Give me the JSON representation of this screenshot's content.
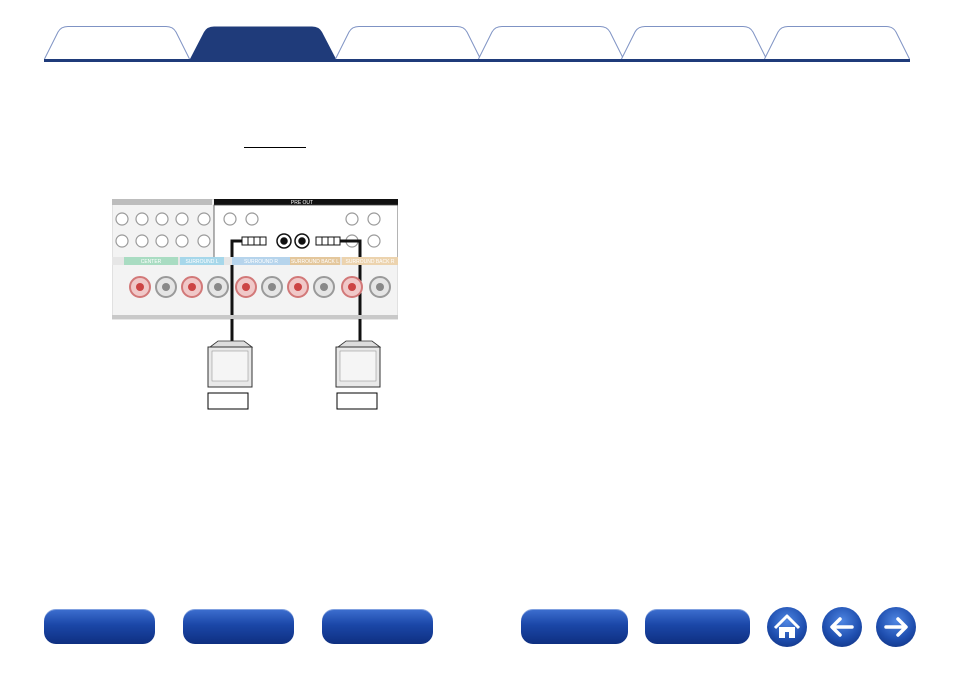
{
  "tabs": [
    {
      "id": "tab-1",
      "label": "",
      "active": false
    },
    {
      "id": "tab-2",
      "label": "",
      "active": true
    },
    {
      "id": "tab-3",
      "label": "",
      "active": false
    },
    {
      "id": "tab-4",
      "label": "",
      "active": false
    },
    {
      "id": "tab-5",
      "label": "",
      "active": false
    },
    {
      "id": "tab-6",
      "label": "",
      "active": false
    }
  ],
  "colors": {
    "accent": "#1f3b7a",
    "nav_button": "#1b47a8",
    "tab_border": "#7f93c4"
  },
  "diagram": {
    "header_label": "PRE OUT",
    "channel_labels": [
      "CENTER",
      "SURROUND L",
      "SURROUND R",
      "SURROUND BACK L",
      "SURROUND BACK R"
    ],
    "speakers": [
      "speaker-left",
      "speaker-right"
    ],
    "speaker_boxes": [
      "",
      ""
    ]
  },
  "bottom_nav": {
    "buttons": [
      "",
      "",
      "",
      "",
      ""
    ],
    "icons": [
      "home-icon",
      "back-arrow-icon",
      "forward-arrow-icon"
    ]
  }
}
